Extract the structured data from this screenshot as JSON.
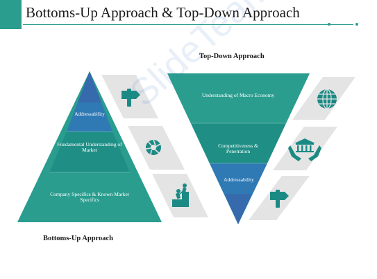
{
  "title": "Bottoms-Up Approach & Top-Down Approach",
  "colors": {
    "teal": "#2a9d8f",
    "teal_dark": "#1f8f86",
    "blue": "#2f79b5",
    "slate_blue": "#4a63a6",
    "panel_grey": "#e4e4e4",
    "icon_teal": "#1c8a84"
  },
  "bottoms_up": {
    "heading": "Bottoms-Up Approach",
    "levels": [
      {
        "label": "Addressability",
        "icon": "signpost-icon"
      },
      {
        "label": "Fundamental Understanding of Market",
        "icon": "aperture-icon"
      },
      {
        "label": "Company Specifics & Known Market Specifics",
        "icon": "climbing-people-icon"
      }
    ]
  },
  "top_down": {
    "heading": "Top-Down Approach",
    "levels": [
      {
        "label": "Understanding of Macro Economy",
        "icon": "globe-icon"
      },
      {
        "label": "Competitiveness & Penetration",
        "icon": "hands-temple-icon"
      },
      {
        "label": "Addressability",
        "icon": "signpost-icon"
      }
    ]
  },
  "watermark": "SlideTeam.net"
}
